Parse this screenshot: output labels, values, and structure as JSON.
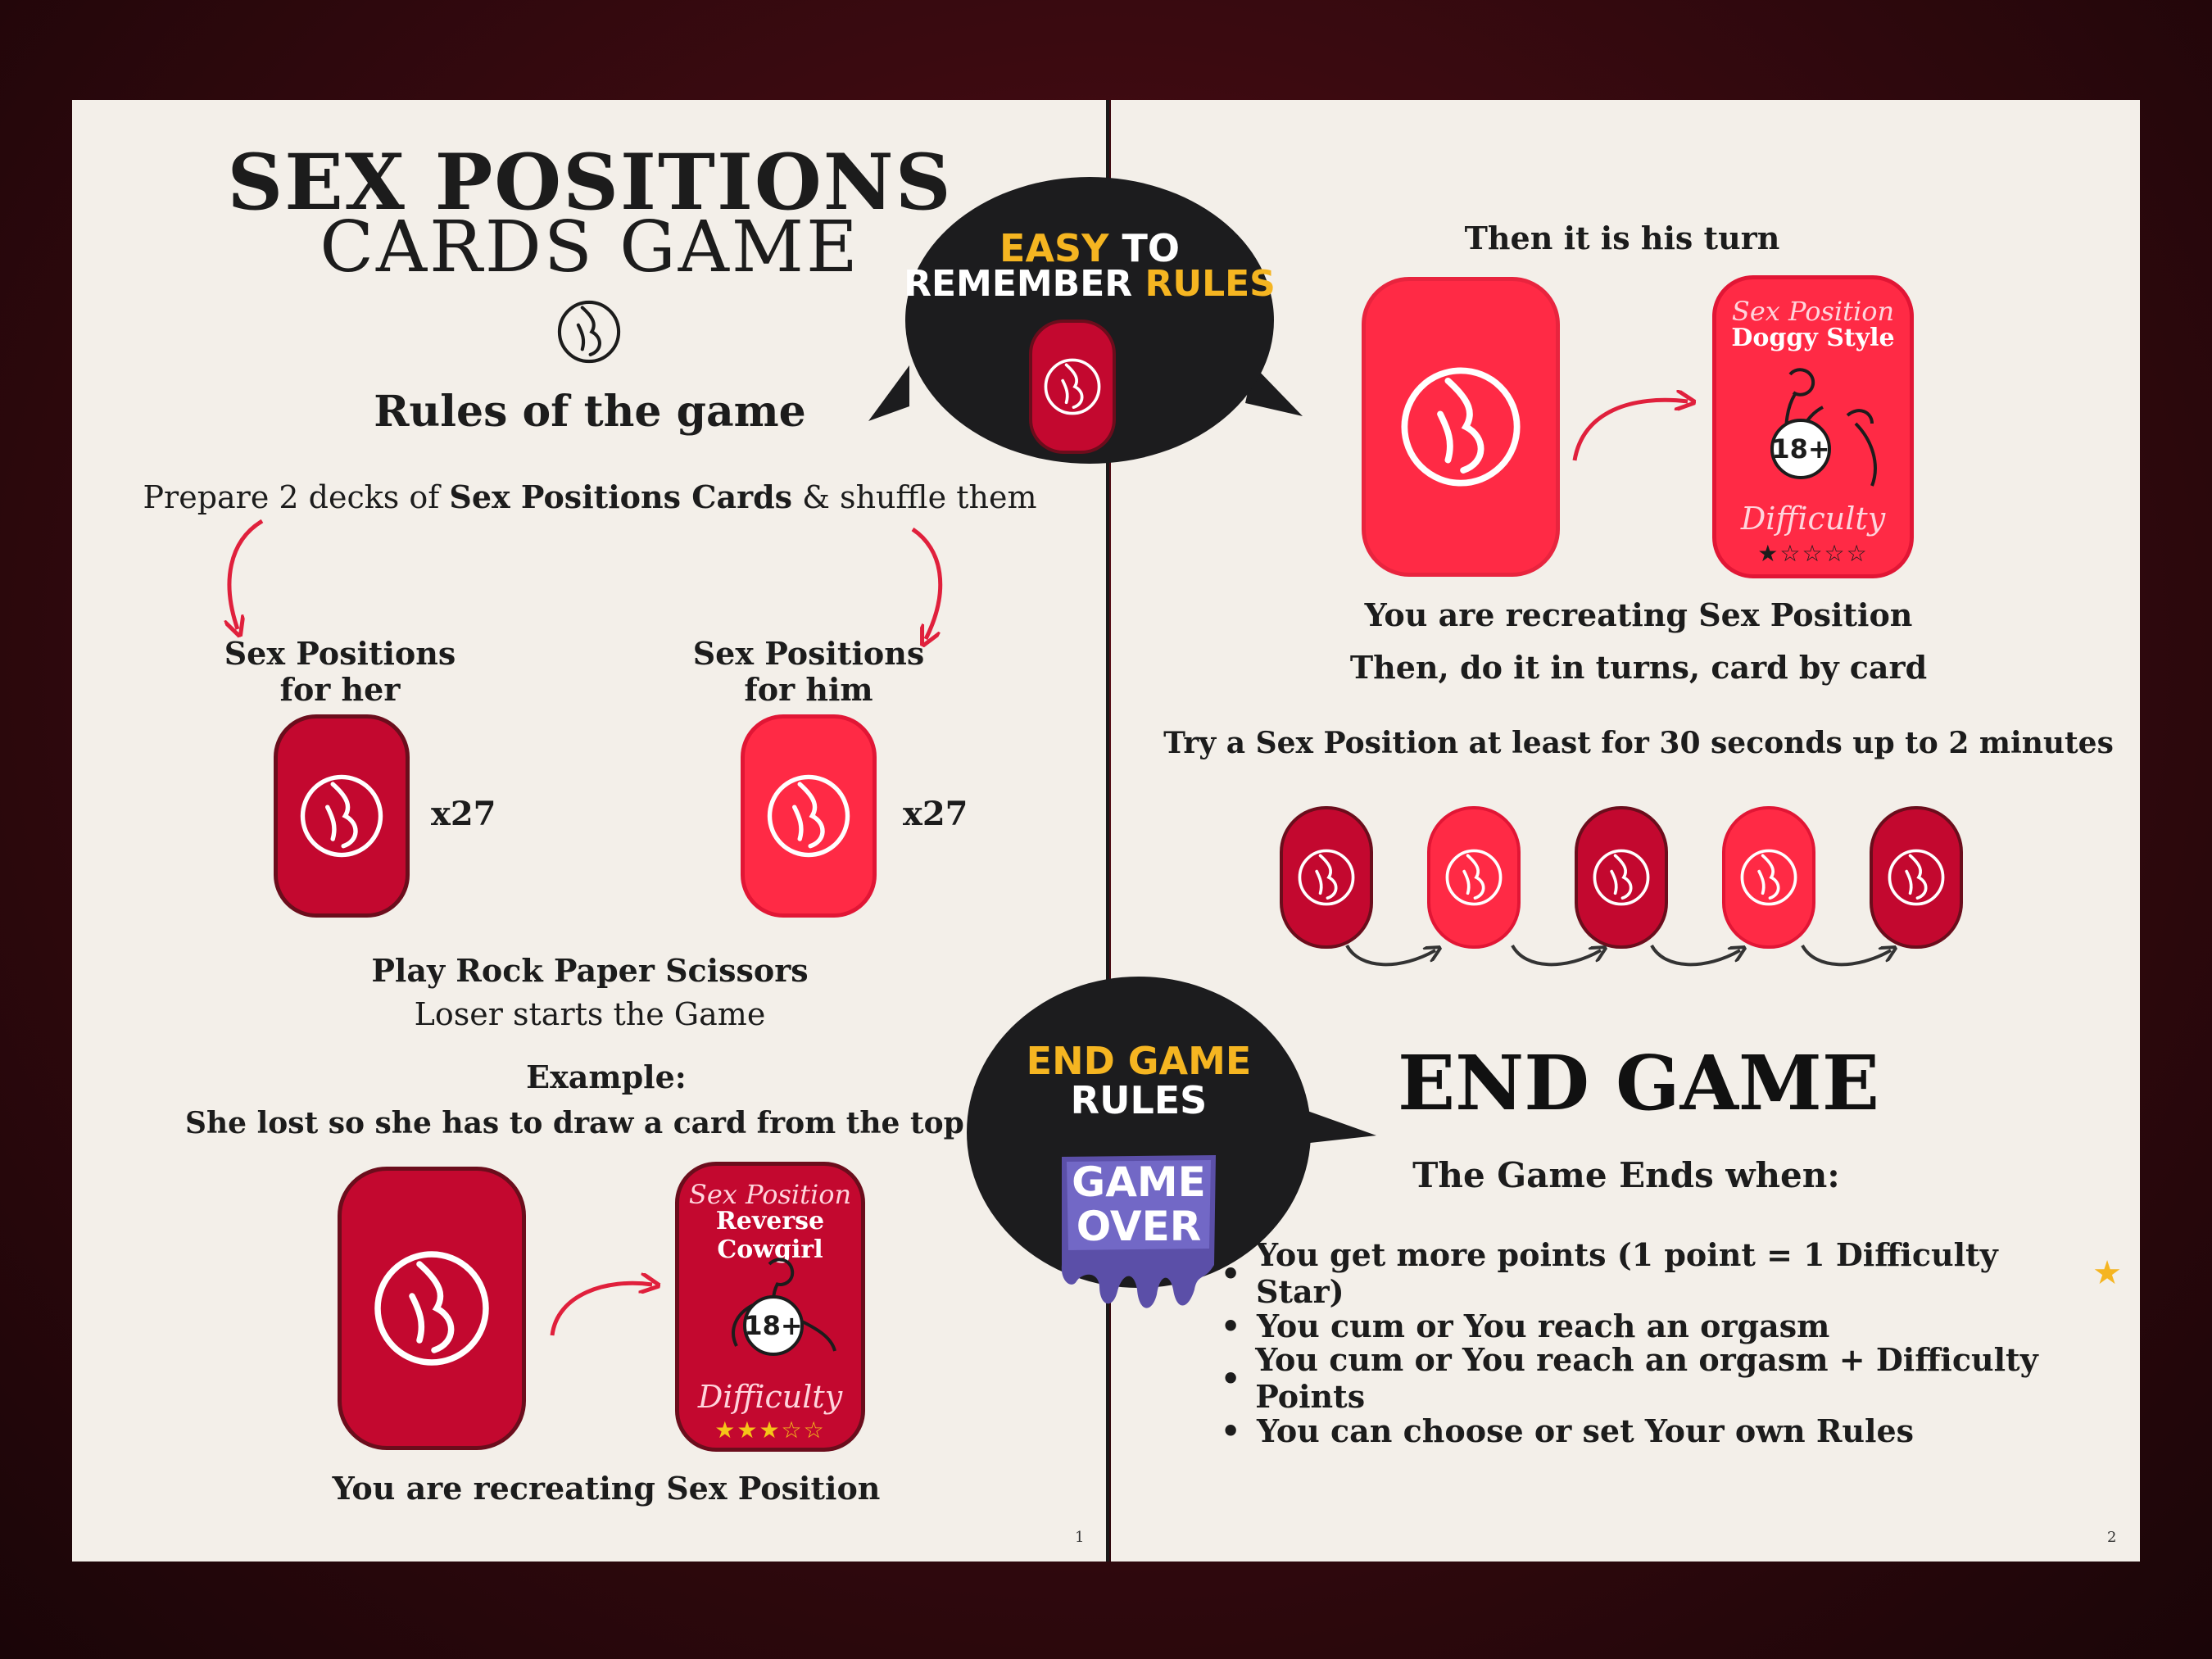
{
  "left_page": {
    "title_line1": "SEX POSITIONS",
    "title_line2": "CARDS GAME",
    "rules_heading": "Rules of the game",
    "prepare_pre": "Prepare 2 decks of ",
    "prepare_bold": "Sex Positions Cards",
    "prepare_post": " & shuffle them",
    "deck_her_line1": "Sex Positions",
    "deck_her_line2": "for her",
    "deck_him_line1": "Sex Positions",
    "deck_him_line2": "for him",
    "deck_her_count": "x27",
    "deck_him_count": "x27",
    "rps_heading": "Play Rock Paper Scissors",
    "rps_sub": "Loser starts the Game",
    "example_heading": "Example:",
    "example_text": "She lost so she has to draw a card from the top of the",
    "example_card_title": "Sex Position",
    "example_card_name": "Reverse Cowgirl",
    "example_card_badge": "18+",
    "example_card_difficulty": "Difficulty",
    "example_card_stars": "★★★☆☆",
    "example_caption": "You are recreating Sex Position",
    "page_number": "1"
  },
  "bubble_top": {
    "word1": "EASY",
    "word2": " TO",
    "line2_word1": "REMEMBER ",
    "line2_word2": "RULES"
  },
  "bubble_bottom": {
    "line1": "END GAME",
    "line2": "RULES",
    "sticker_line1": "GAME",
    "sticker_line2": "OVER"
  },
  "right_page": {
    "his_turn": "Then it is his turn",
    "card_title": "Sex Position",
    "card_name": "Doggy Style",
    "card_badge": "18+",
    "card_difficulty": "Difficulty",
    "card_stars": "★☆☆☆☆",
    "recreating": "You are recreating Sex Position",
    "turns": "Then, do it in turns, card by card",
    "duration": "Try a Sex Position at least for 30 seconds up to 2 minutes",
    "end_heading": "END GAME",
    "ends_when": "The Game Ends when:",
    "bullets": [
      "You get more points (1 point = 1 Difficulty Star)",
      "You cum or You reach an orgasm",
      "You cum or You reach an orgasm + Difficulty Points",
      "You can choose or set Your own Rules"
    ],
    "star_emoji": "★",
    "page_number": "2"
  },
  "colors": {
    "dark_card": "#c3082f",
    "light_card": "#ff2a45",
    "bubble": "#1c1c1e",
    "accent_yellow": "#f5b521",
    "page": "#f3efe9"
  }
}
